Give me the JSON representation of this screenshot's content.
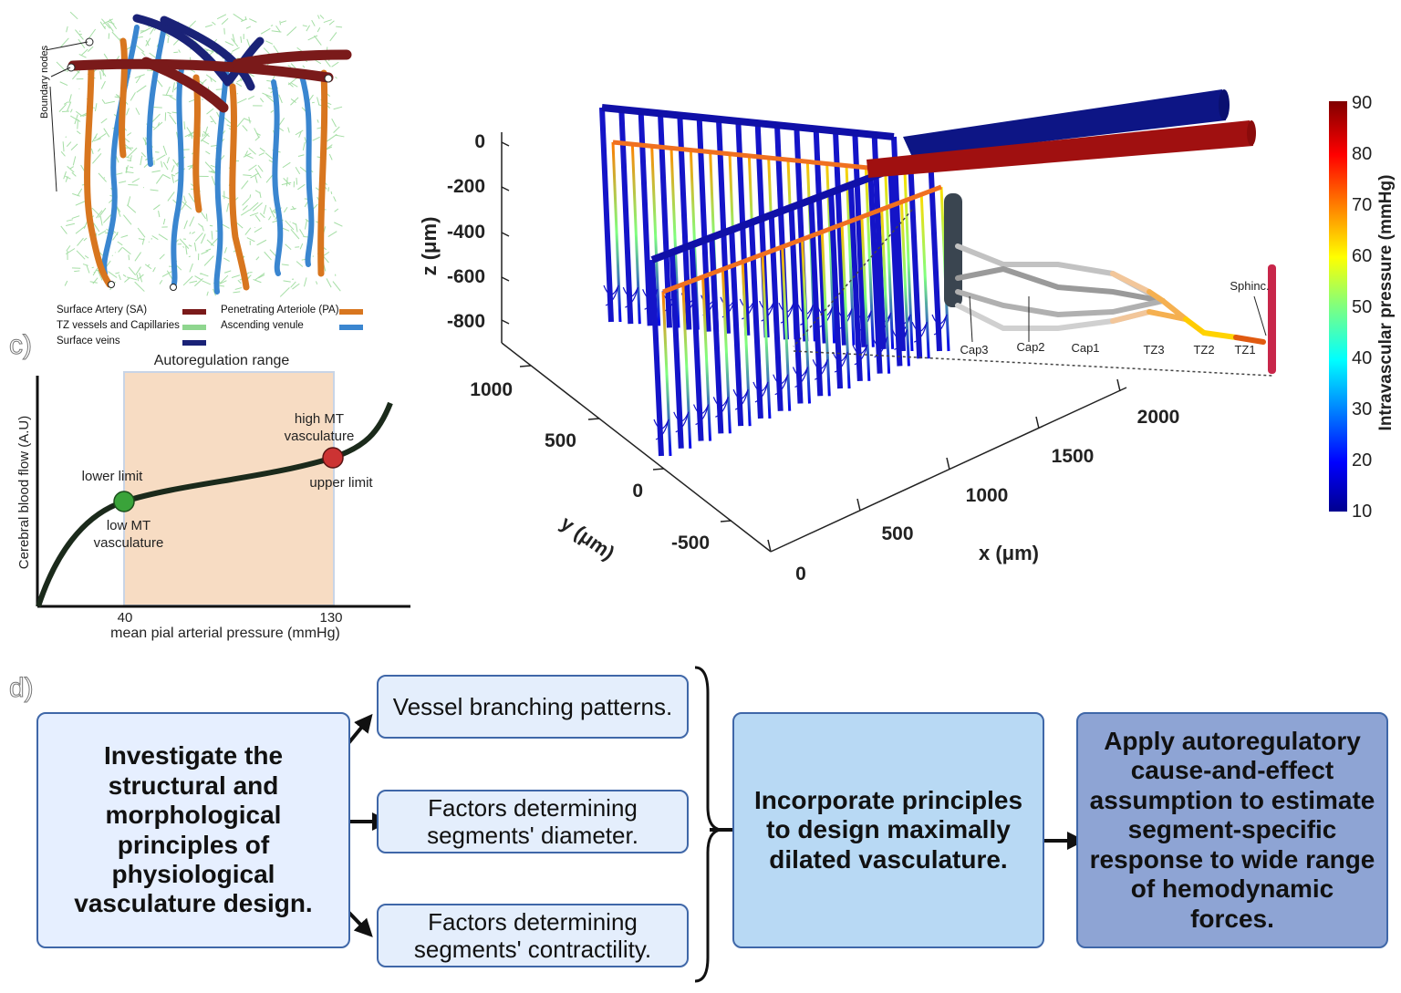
{
  "panel_a": {
    "boundary_nodes_label": "Boundary nodes",
    "legend": [
      {
        "label": "Surface Artery (SA)",
        "color": "#7a1a1a"
      },
      {
        "label": "Penetrating Arteriole (PA)",
        "color": "#d8761f"
      },
      {
        "label": "TZ vessels and Capillaries",
        "color": "#8fd68f"
      },
      {
        "label": "Ascending venule",
        "color": "#3a86d0"
      },
      {
        "label": "Surface veins",
        "color": "#1a2277"
      }
    ]
  },
  "panel_c": {
    "letter": "c)",
    "range_title": "Autoregulation range",
    "ylabel": "Cerebral blood flow (A.U)",
    "xlabel": "mean pial arterial pressure (mmHg)",
    "tick_40": "40",
    "tick_130": "130",
    "lower_limit": "lower limit",
    "low_mt_line1": "low MT",
    "low_mt_line2": "vasculature",
    "high_mt_line1": "high MT",
    "high_mt_line2": "vasculature",
    "upper_limit": "upper limit"
  },
  "panel_3d": {
    "zlabel": "z (μm)",
    "ylabel": "y (μm)",
    "xlabel": "x (μm)",
    "z_ticks": [
      "0",
      "-200",
      "-400",
      "-600",
      "-800"
    ],
    "y_ticks": [
      "1000",
      "500",
      "0",
      "-500"
    ],
    "x_ticks": [
      "0",
      "500",
      "1000",
      "1500",
      "2000"
    ],
    "inset_labels": [
      "Cap3",
      "Cap2",
      "Cap1",
      "TZ3",
      "TZ2",
      "TZ1",
      "Sphinc."
    ],
    "colorbar_label": "Intravascular pressure (mmHg)",
    "colorbar_ticks": [
      "90",
      "80",
      "70",
      "60",
      "50",
      "40",
      "30",
      "20",
      "10"
    ]
  },
  "panel_d": {
    "letter": "d)",
    "investigate": "Investigate the structural and morphological principles of physiological vasculature design.",
    "branching": "Vessel branching patterns.",
    "diameter": "Factors determining segments' diameter.",
    "contractility": "Factors determining segments' contractility.",
    "incorporate": "Incorporate principles to design maximally dilated vasculature.",
    "apply": "Apply autoregulatory cause-and-effect assumption to estimate segment-specific response to wide range of hemodynamic forces."
  }
}
